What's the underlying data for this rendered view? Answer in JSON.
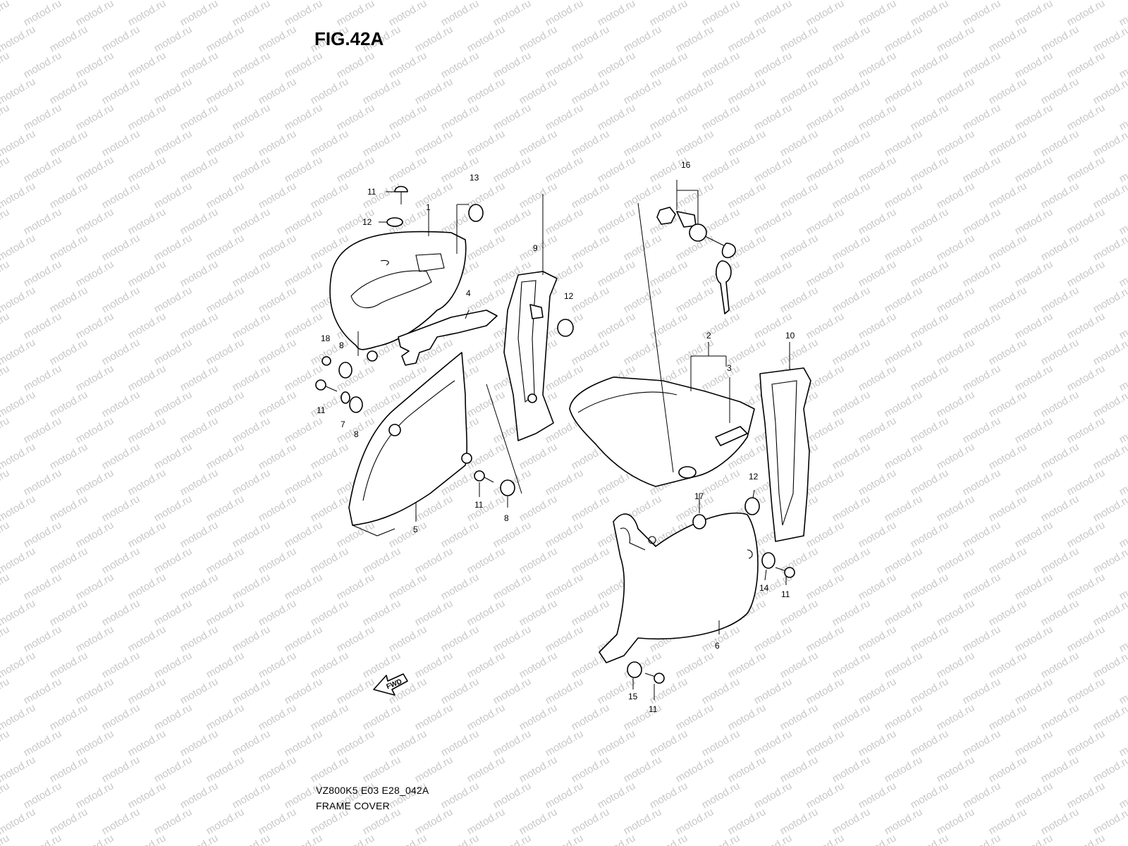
{
  "figure": {
    "title": "FIG.42A",
    "model_code": "VZ800K5 E03 E28_042A",
    "group_name": "FRAME COVER",
    "fwd_label": "FWD"
  },
  "watermark": {
    "text": "motod.ru",
    "color": "#c8c8c8"
  },
  "callouts": [
    {
      "id": "c11a",
      "label": "11"
    },
    {
      "id": "c12a",
      "label": "12"
    },
    {
      "id": "c1",
      "label": "1"
    },
    {
      "id": "c13",
      "label": "13"
    },
    {
      "id": "c4",
      "label": "4"
    },
    {
      "id": "c18",
      "label": "18"
    },
    {
      "id": "c8a",
      "label": "8"
    },
    {
      "id": "c11b",
      "label": "11"
    },
    {
      "id": "c7",
      "label": "7"
    },
    {
      "id": "c8b",
      "label": "8"
    },
    {
      "id": "c9",
      "label": "9"
    },
    {
      "id": "c12b",
      "label": "12"
    },
    {
      "id": "c5",
      "label": "5"
    },
    {
      "id": "c11c",
      "label": "11"
    },
    {
      "id": "c8c",
      "label": "8"
    },
    {
      "id": "c16",
      "label": "16"
    },
    {
      "id": "c2",
      "label": "2"
    },
    {
      "id": "c3",
      "label": "3"
    },
    {
      "id": "c10",
      "label": "10"
    },
    {
      "id": "c12c",
      "label": "12"
    },
    {
      "id": "c17",
      "label": "17"
    },
    {
      "id": "c14",
      "label": "14"
    },
    {
      "id": "c11d",
      "label": "11"
    },
    {
      "id": "c6",
      "label": "6"
    },
    {
      "id": "c15",
      "label": "15"
    },
    {
      "id": "c11e",
      "label": "11"
    }
  ]
}
